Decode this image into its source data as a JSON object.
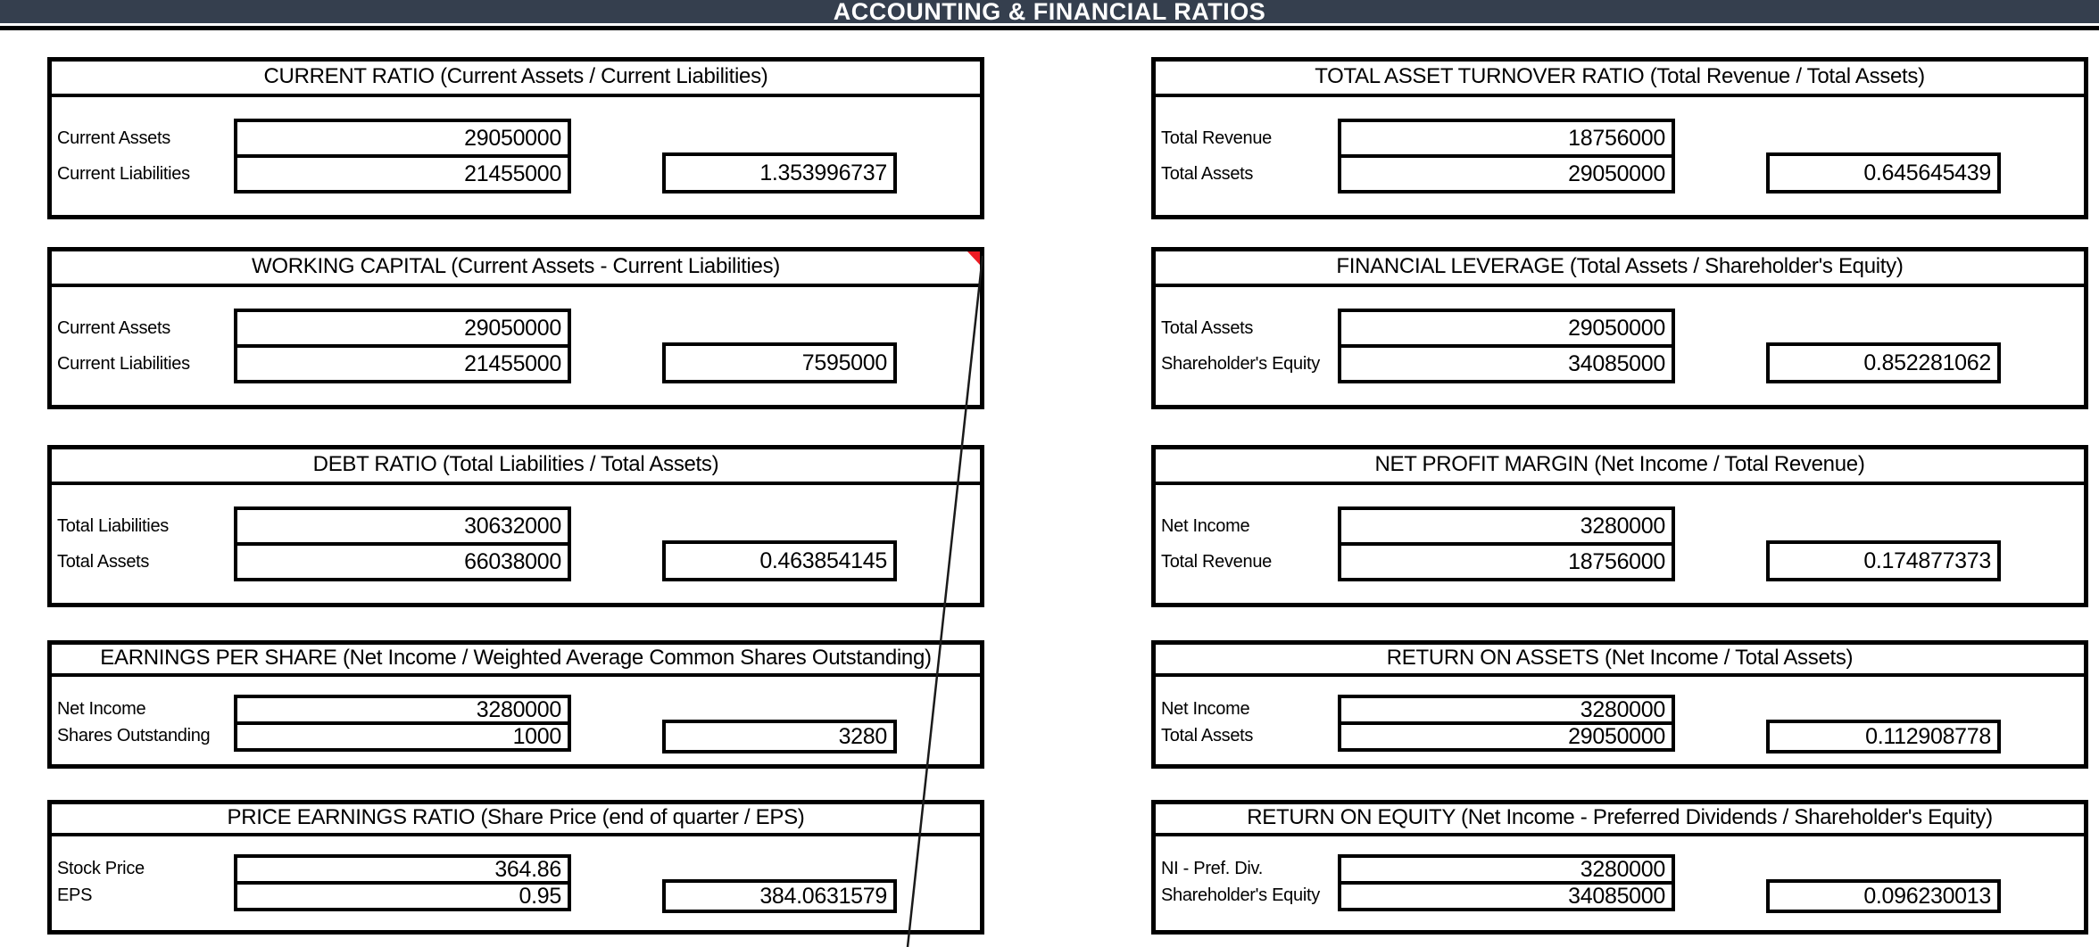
{
  "header": {
    "title": "ACCOUNTING & FINANCIAL RATIOS",
    "bar_color": "#353F4E",
    "text_color": "#FFFFFF"
  },
  "annotations": {
    "comment_marker_color": "#ED1C24",
    "line_color": "#1A1A1A"
  },
  "boxes": [
    {
      "title": "CURRENT RATIO (Current Assets / Current Liabilities)",
      "rows": [
        {
          "label": "Current Assets",
          "value": "29050000"
        },
        {
          "label": "Current Liabilities",
          "value": "21455000"
        }
      ],
      "result": "1.353996737"
    },
    {
      "title": "WORKING CAPITAL (Current Assets - Current Liabilities)",
      "rows": [
        {
          "label": "Current Assets",
          "value": "29050000"
        },
        {
          "label": "Current Liabilities",
          "value": "21455000"
        }
      ],
      "result": "7595000"
    },
    {
      "title": "DEBT RATIO (Total Liabilities / Total Assets)",
      "rows": [
        {
          "label": "Total Liabilities",
          "value": "30632000"
        },
        {
          "label": "Total Assets",
          "value": "66038000"
        }
      ],
      "result": "0.463854145"
    },
    {
      "title": "EARNINGS PER SHARE (Net Income / Weighted Average Common Shares Outstanding)",
      "rows": [
        {
          "label": "Net Income",
          "value": "3280000"
        },
        {
          "label": "Shares Outstanding",
          "value": "1000"
        }
      ],
      "result": "3280"
    },
    {
      "title": "PRICE EARNINGS RATIO (Share Price (end of quarter / EPS)",
      "rows": [
        {
          "label": "Stock Price",
          "value": "364.86"
        },
        {
          "label": "EPS",
          "value": "0.95"
        }
      ],
      "result": "384.0631579"
    },
    {
      "title": "TOTAL ASSET TURNOVER RATIO (Total Revenue / Total Assets)",
      "rows": [
        {
          "label": "Total Revenue",
          "value": "18756000"
        },
        {
          "label": "Total Assets",
          "value": "29050000"
        }
      ],
      "result": "0.645645439"
    },
    {
      "title": "FINANCIAL LEVERAGE (Total Assets / Shareholder's Equity)",
      "rows": [
        {
          "label": "Total Assets",
          "value": "29050000"
        },
        {
          "label": "Shareholder's Equity",
          "value": "34085000"
        }
      ],
      "result": "0.852281062"
    },
    {
      "title": "NET PROFIT MARGIN (Net Income / Total Revenue)",
      "rows": [
        {
          "label": "Net Income",
          "value": "3280000"
        },
        {
          "label": "Total Revenue",
          "value": "18756000"
        }
      ],
      "result": "0.174877373"
    },
    {
      "title": "RETURN ON ASSETS (Net Income / Total Assets)",
      "rows": [
        {
          "label": "Net Income",
          "value": "3280000"
        },
        {
          "label": "Total Assets",
          "value": "29050000"
        }
      ],
      "result": "0.112908778"
    },
    {
      "title": "RETURN ON EQUITY (Net Income - Preferred Dividends / Shareholder's Equity)",
      "rows": [
        {
          "label": "NI - Pref. Div.",
          "value": "3280000"
        },
        {
          "label": "Shareholder's Equity",
          "value": "34085000"
        }
      ],
      "result": "0.096230013"
    }
  ]
}
